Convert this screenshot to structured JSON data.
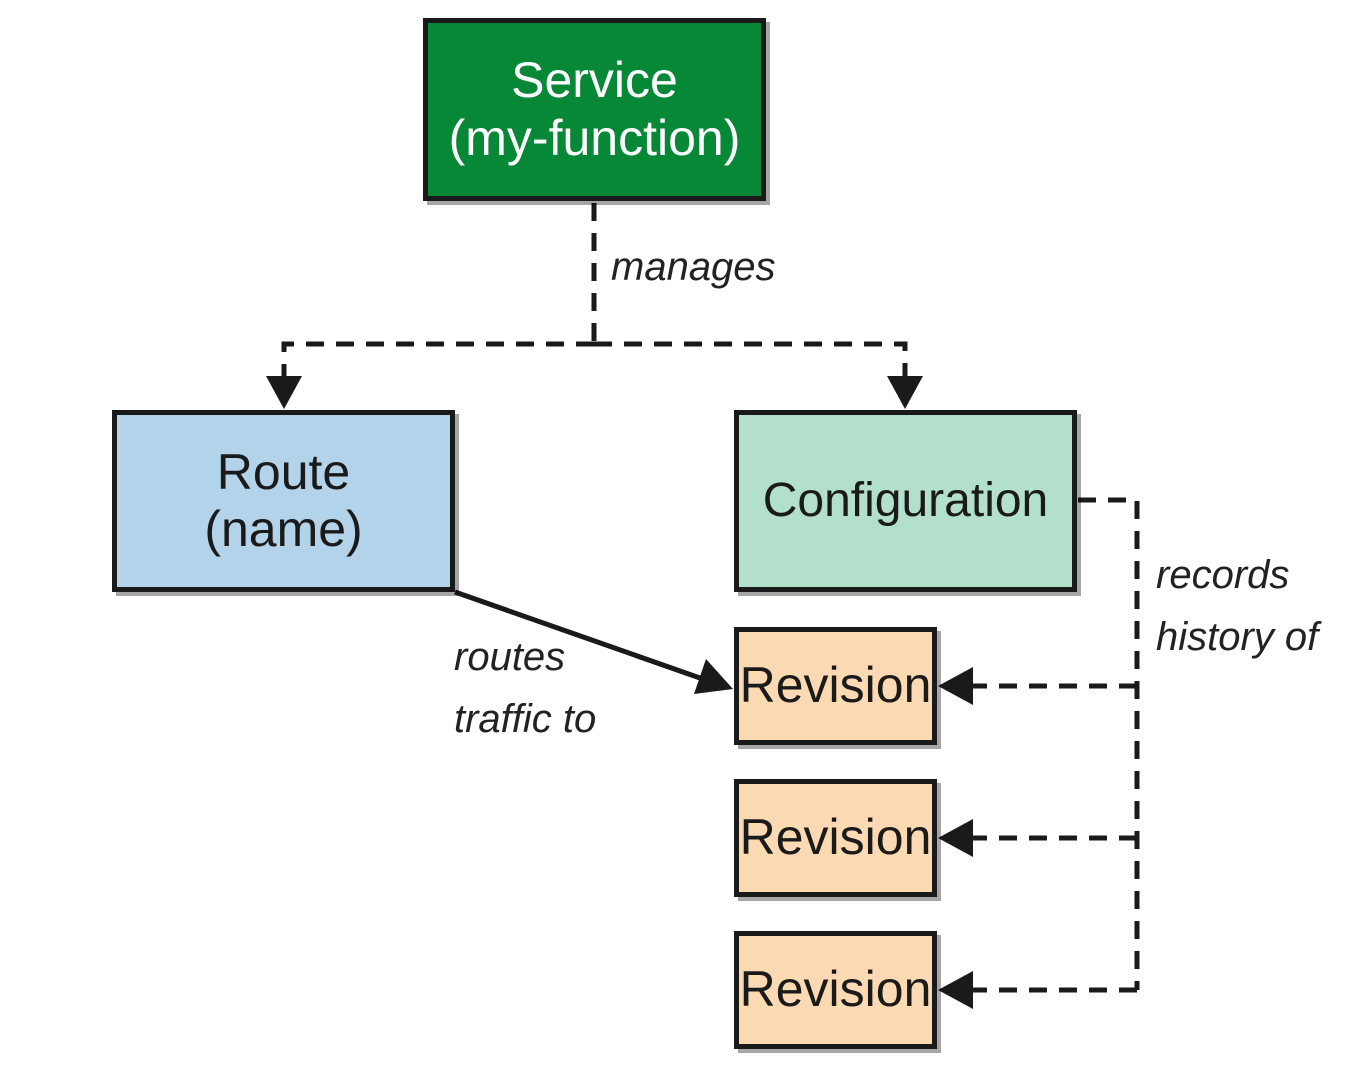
{
  "colors": {
    "service": "#078837",
    "route": "#b3d3ea",
    "configuration": "#b3e0cb",
    "revision": "#fbd9b3",
    "stroke": "#1a1a1a"
  },
  "nodes": {
    "service": {
      "line1": "Service",
      "line2": "(my-function)"
    },
    "route": {
      "line1": "Route",
      "line2": "(name)"
    },
    "configuration": {
      "label": "Configuration"
    },
    "revisions": [
      {
        "label": "Revision"
      },
      {
        "label": "Revision"
      },
      {
        "label": "Revision"
      }
    ]
  },
  "edges": {
    "manages": "manages",
    "routes_traffic": {
      "line1": "routes",
      "line2": "traffic to"
    },
    "records_history": {
      "line1": "records",
      "line2": "history of"
    }
  }
}
